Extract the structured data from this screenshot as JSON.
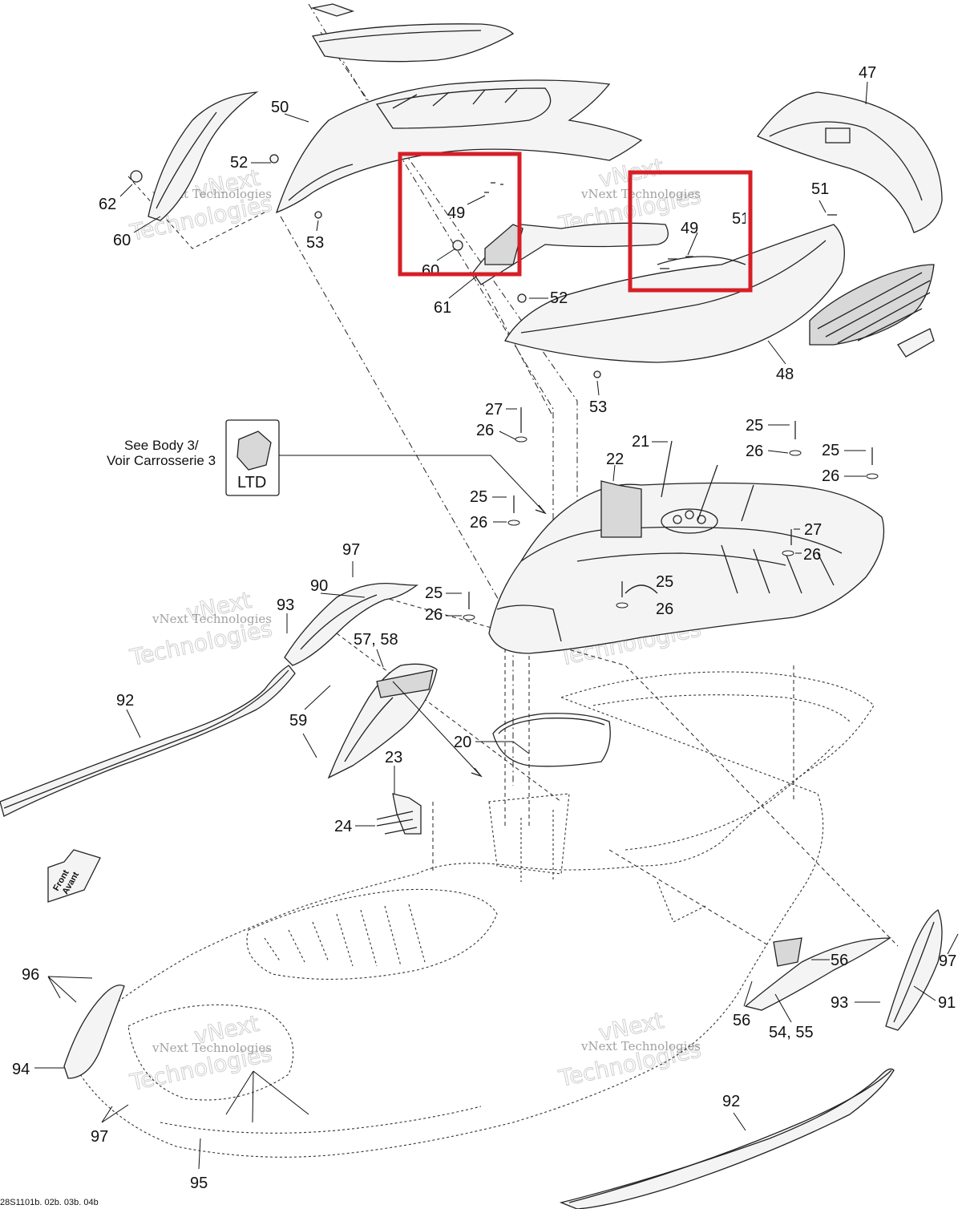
{
  "labels": {
    "l47": "47",
    "l50": "50",
    "l52a": "52",
    "l62": "62",
    "l60": "60",
    "l53a": "53",
    "l49a": "49",
    "l60b": "60",
    "l49b": "49",
    "l51a": "51",
    "l51b": "51",
    "l61": "61",
    "l52b": "52",
    "l48": "48",
    "l53b": "53",
    "l27a": "27",
    "l26a": "26",
    "l25a": "25",
    "l26b": "26",
    "l25b": "25",
    "l26c": "26",
    "l21": "21",
    "l22": "22",
    "l25c": "25",
    "l26d": "26",
    "l27b": "27",
    "l26e": "26",
    "l25d": "25",
    "l26f": "26",
    "l25e": "25",
    "l26g": "26",
    "l97a": "97",
    "l90": "90",
    "l93a": "93",
    "l57": "57, 58",
    "l92a": "92",
    "l59": "59",
    "l20": "20",
    "l23": "23",
    "l24": "24",
    "l96": "96",
    "l94": "94",
    "l97b": "97",
    "l95": "95",
    "l56a": "56",
    "l56b": "56",
    "l54": "54, 55",
    "l93b": "93",
    "l91": "91",
    "l97c": "97",
    "l92b": "92"
  },
  "see_body": {
    "line1": "See Body 3/",
    "line2": "Voir Carrosserie 3",
    "badge": "LTD"
  },
  "front_arrow": {
    "line1": "Front",
    "line2": "Avant"
  },
  "watermark": {
    "line1": "vNext Technologies",
    "line2": "vNext",
    "line3": "Technologies"
  },
  "drawing_code": "28S1101b. 02b. 03b. 04b",
  "highlight_color": "#d61f26"
}
